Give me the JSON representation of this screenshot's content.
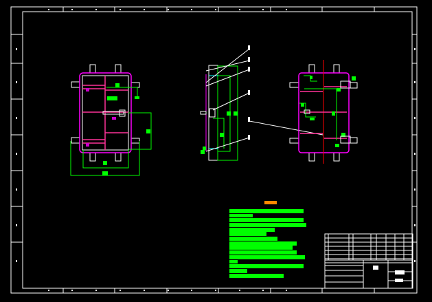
{
  "drawing": {
    "background": "#000000",
    "colors": {
      "frame": "#ffffff",
      "outline": "#ff00ff",
      "dimension": "#00ff00",
      "hatch_text": "#00ff00",
      "centerline": "#ff0000",
      "leader": "#ffffff",
      "accent": "#00ffff",
      "notes_heading": "#ff8800"
    },
    "views": [
      "front-view",
      "side-view",
      "top-view"
    ]
  }
}
